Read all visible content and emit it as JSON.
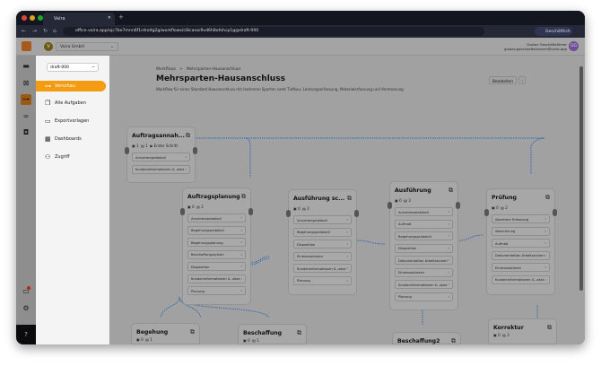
{
  "browser": {
    "tab_title": "Vaira",
    "url": "office.vaira.app/ojc7be7mnn6f1rdroltg2g/workflows/c8icanoi9vd6h8ofohcp1g@draft-000",
    "profile": "Geschäftlich"
  },
  "header": {
    "org": "Vaira GmbH",
    "org_initial": "V",
    "user_name": "Gustav Geschäftsführer",
    "user_email": "gustav.geschaeftsfuehrer@vaira.app",
    "user_initials": "GG"
  },
  "panel": {
    "version": "draft-000",
    "items": [
      {
        "label": "Vorschau",
        "icon": "workflow-icon",
        "active": true
      },
      {
        "label": "Alle Aufgaben",
        "icon": "copy-icon"
      },
      {
        "label": "Exportvorlagen",
        "icon": "folder-icon"
      },
      {
        "label": "Dashboards",
        "icon": "dashboard-icon"
      },
      {
        "label": "Zugriff",
        "icon": "users-icon"
      }
    ]
  },
  "page": {
    "breadcrumb": [
      "Workflows",
      "Mehrsparten-Hausanschluss"
    ],
    "breadcrumb_sep": ">",
    "title": "Mehrsparten-Hausanschluss",
    "description": "Workflow für einen Standard Hausanschluss mit mehreren Sparten samt Tiefbau: Leistungserfassung, Materialerfassung und Vermessung",
    "edit_label": "Bearbeiten",
    "more_label": "⋮"
  },
  "nodes": [
    {
      "title": "Auftragsannah...",
      "users": "1",
      "roles": "1",
      "extra": "Erster Schritt",
      "items": [
        "Annahmeprotokoll",
        "Kundeninformationen & -abst"
      ]
    },
    {
      "title": "Auftragsplanung",
      "users": "0",
      "roles": "2",
      "items": [
        "Annahmeprotokoll",
        "Begehungsprotokoll",
        "Begehungsplanung",
        "Beschaffungsschein",
        "Disposition",
        "Kundeninformationen & -abst",
        "Planung"
      ]
    },
    {
      "title": "Ausführung sc...",
      "users": "0",
      "roles": "2",
      "items": [
        "Annahmeprotokoll",
        "Begehungsprotokoll",
        "Disposition",
        "Einmessskizzen",
        "Kundeninformationen & -abst",
        "Planung"
      ]
    },
    {
      "title": "Ausführung",
      "users": "0",
      "roles": "3",
      "items": [
        "Annahmeprotokoll",
        "Aufmaß",
        "Begehungsprotokoll",
        "Disposition",
        "Dokumentation Arbeitssicherl",
        "Einmessskizzen",
        "Kundeninformationen & -abst",
        "Planung"
      ]
    },
    {
      "title": "Prüfung",
      "users": "0",
      "roles": "2",
      "items": [
        "Abnahme Erfassung",
        "Abrechnung",
        "Aufmaß",
        "Dokumentation Arbeitssicherl",
        "Einmessskizzen",
        "Kundeninformationen & -abst"
      ]
    },
    {
      "title": "Korrektur",
      "users": "0",
      "roles": "3",
      "items": []
    },
    {
      "title": "Begehung",
      "users": "0",
      "roles": "1",
      "items": []
    },
    {
      "title": "Beschaffung",
      "users": "0",
      "roles": "1",
      "items": []
    },
    {
      "title": "Beschaffung2",
      "users": "",
      "roles": "",
      "items": []
    }
  ],
  "colors": {
    "accent": "#f39c12",
    "edge": "#2a66b0"
  }
}
